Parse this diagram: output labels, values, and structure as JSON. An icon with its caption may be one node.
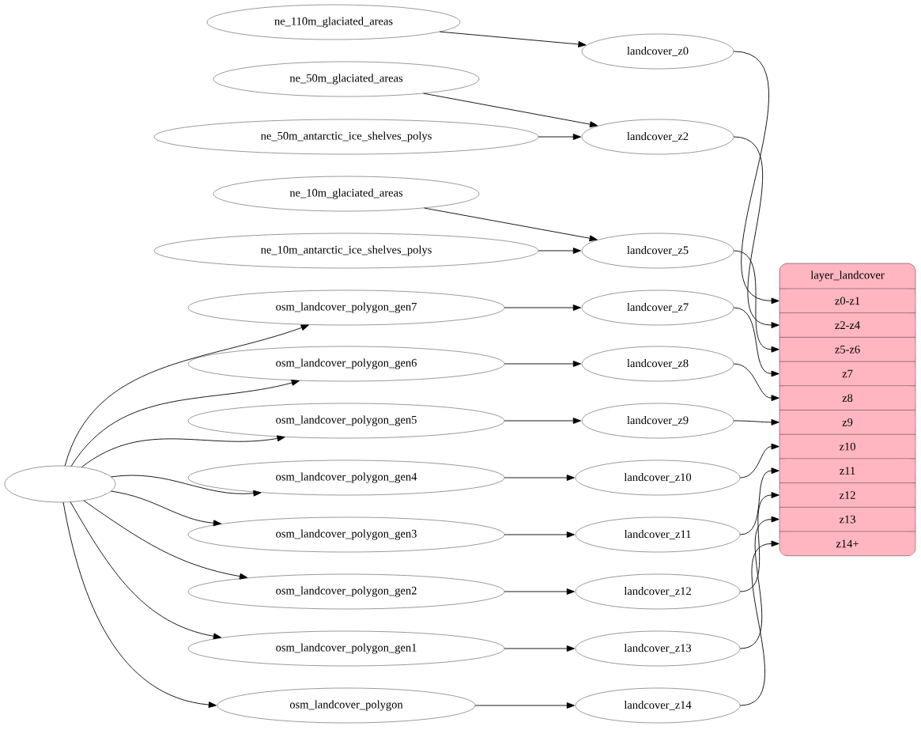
{
  "diagram": {
    "nodes": [
      {
        "text": [
          "ne_110m_glaciated_areas"
        ]
      },
      {
        "text": [
          "landcover_z0"
        ]
      },
      {
        "text": [
          "ne_50m_glaciated_areas"
        ]
      },
      {
        "text": [
          "ne_50m_antarctic_ice_shelves_polys"
        ]
      },
      {
        "text": [
          "landcover_z2"
        ]
      },
      {
        "text": [
          "ne_10m_glaciated_areas"
        ]
      },
      {
        "text": [
          "ne_10m_antarctic_ice_shelves_polys"
        ]
      },
      {
        "text": [
          "landcover_z5"
        ]
      },
      {
        "text": [
          "layer_landcover"
        ]
      },
      {
        "text": [
          "z0-z1"
        ],
        "in": 8
      },
      {
        "text": [
          "z2-z4"
        ],
        "in": 8
      },
      {
        "text": [
          "z5-z6"
        ],
        "in": 8
      },
      {
        "text": [
          "z7"
        ],
        "in": 8
      },
      {
        "text": [
          "z8"
        ],
        "in": 8
      },
      {
        "text": [
          "z9"
        ],
        "in": 8
      },
      {
        "text": [
          "z10"
        ],
        "in": 8
      },
      {
        "text": [
          "z11"
        ],
        "in": 8
      },
      {
        "text": [
          "z12"
        ],
        "in": 8
      },
      {
        "text": [
          "z13"
        ],
        "in": 8
      },
      {
        "text": [
          "z14+"
        ],
        "in": 8
      },
      {
        "text": [
          "osm_landcover_polygon_gen7"
        ]
      },
      {
        "text": [
          "landcover_z7"
        ]
      },
      {
        "text": [
          "osm_landcover_polygon_gen6"
        ]
      },
      {
        "text": [
          "landcover_z8"
        ]
      },
      {
        "text": [
          "osm_landcover_polygon_gen5"
        ]
      },
      {
        "text": [
          "landcover_z9"
        ]
      },
      {
        "text": [],
        "shape": "ellipse"
      },
      {
        "text": [
          "osm_landcover_polygon_gen4"
        ]
      },
      {
        "text": [
          "landcover_z10"
        ]
      },
      {
        "text": [
          "osm_landcover_polygon_gen3"
        ]
      },
      {
        "text": [
          "landcover_z11"
        ]
      },
      {
        "text": [
          "osm_landcover_polygon_gen2"
        ]
      },
      {
        "text": [
          "landcover_z12"
        ]
      },
      {
        "text": [
          "osm_landcover_polygon_gen1"
        ]
      },
      {
        "text": [
          "landcover_z13"
        ]
      },
      {
        "text": [
          "osm_landcover_polygon"
        ]
      },
      {
        "text": [
          "landcover_z14"
        ]
      }
    ],
    "edges": [
      {
        "from": 0,
        "to": 1,
        "arrow": "to"
      },
      {
        "from": 2,
        "to": 4,
        "arrow": "to"
      },
      {
        "from": 3,
        "to": 4,
        "arrow": "to"
      },
      {
        "from": 5,
        "to": 7,
        "arrow": "to"
      },
      {
        "from": 6,
        "to": 7,
        "arrow": "to"
      },
      {
        "from": 1,
        "to": 9,
        "arrow": "to"
      },
      {
        "from": 4,
        "to": 10,
        "arrow": "to"
      },
      {
        "from": 7,
        "to": 11,
        "arrow": "to"
      },
      {
        "from": 21,
        "to": 12,
        "arrow": "to"
      },
      {
        "from": 23,
        "to": 13,
        "arrow": "to"
      },
      {
        "from": 25,
        "to": 14,
        "arrow": "to"
      },
      {
        "from": 28,
        "to": 15,
        "arrow": "to"
      },
      {
        "from": 30,
        "to": 16,
        "arrow": "to"
      },
      {
        "from": 32,
        "to": 17,
        "arrow": "to"
      },
      {
        "from": 34,
        "to": 18,
        "arrow": "to"
      },
      {
        "from": 36,
        "to": 19,
        "arrow": "to"
      },
      {
        "from": 26,
        "to": 20,
        "arrow": "to"
      },
      {
        "from": 26,
        "to": 22,
        "arrow": "to"
      },
      {
        "from": 26,
        "to": 24,
        "arrow": "to"
      },
      {
        "from": 26,
        "to": 27,
        "arrow": "to"
      },
      {
        "from": 26,
        "to": 29,
        "arrow": "to"
      },
      {
        "from": 26,
        "to": 31,
        "arrow": "to"
      },
      {
        "from": 26,
        "to": 33,
        "arrow": "to"
      },
      {
        "from": 26,
        "to": 35,
        "arrow": "to"
      },
      {
        "from": 20,
        "to": 21,
        "arrow": "to"
      },
      {
        "from": 22,
        "to": 23,
        "arrow": "to"
      },
      {
        "from": 24,
        "to": 25,
        "arrow": "to"
      },
      {
        "from": 27,
        "to": 28,
        "arrow": "to"
      },
      {
        "from": 29,
        "to": 30,
        "arrow": "to"
      },
      {
        "from": 31,
        "to": 32,
        "arrow": "to"
      },
      {
        "from": 33,
        "to": 34,
        "arrow": "to"
      },
      {
        "from": 35,
        "to": 36,
        "arrow": "to"
      }
    ]
  }
}
